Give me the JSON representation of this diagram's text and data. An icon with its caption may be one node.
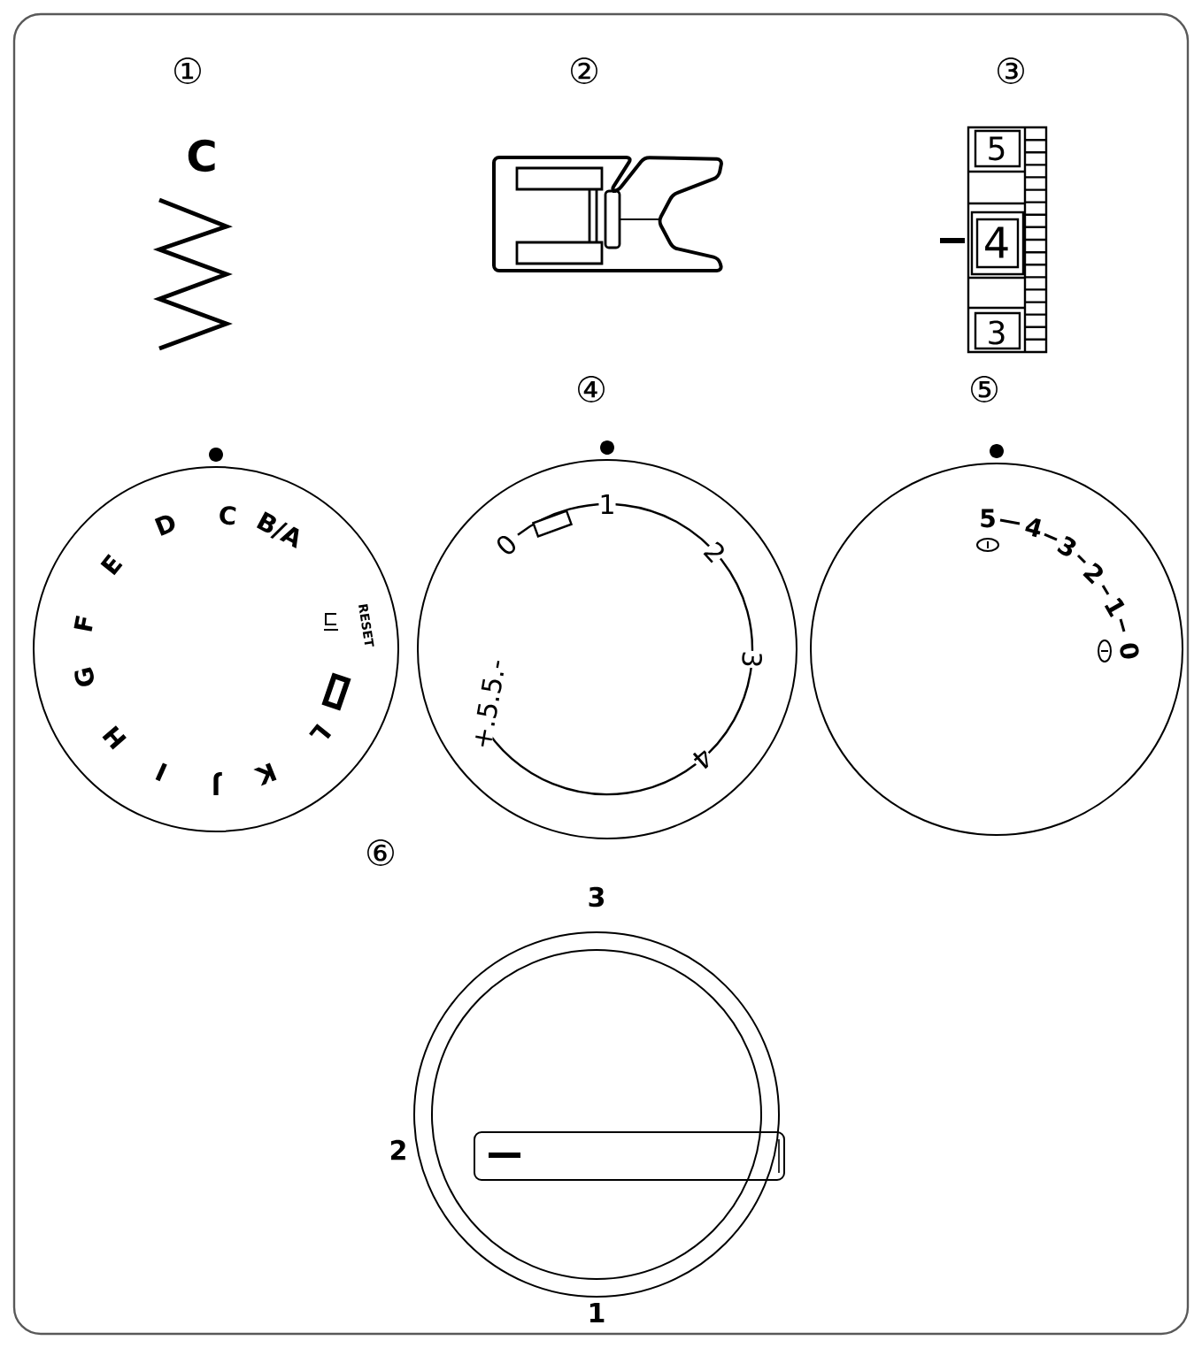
{
  "diagram": {
    "nodes": [
      {
        "text": [
          "C",
          "B/A",
          "RESET",
          "L",
          "K",
          "J",
          "I",
          "H",
          "G",
          "F",
          "E",
          "D"
        ]
      },
      {
        "text": [
          "0",
          "1",
          "2",
          "3",
          "4",
          "+.5.5.-"
        ]
      },
      {
        "text": [
          "5",
          "4",
          "3",
          "2",
          "1",
          "0"
        ]
      },
      {
        "text": [],
        "shape": "circle",
        "beside": [
          "3",
          "2",
          "1"
        ]
      }
    ],
    "edges": [],
    "labels": [
      "①",
      "②",
      "③",
      "C",
      "5",
      "4",
      "3",
      "④",
      "⑤",
      "⑥"
    ]
  }
}
